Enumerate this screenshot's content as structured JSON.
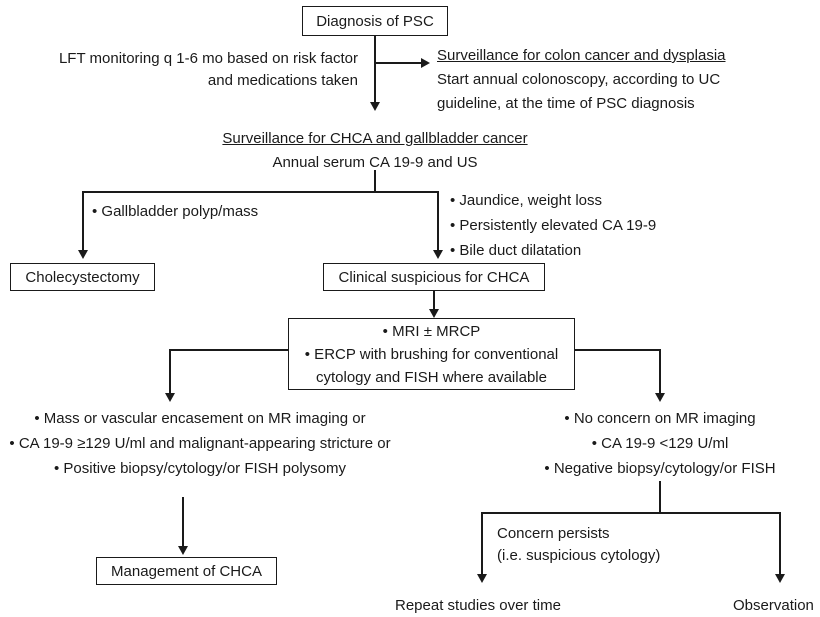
{
  "diagram": {
    "title_box": "Diagnosis of PSC",
    "lft_note": {
      "line1": "LFT monitoring q 1-6 mo based on risk factor",
      "line2": "and medications taken"
    },
    "colon_surveillance": {
      "heading": "Surveillance for colon cancer and dysplasia",
      "line1": "Start annual colonoscopy, according to UC",
      "line2": "guideline, at the time of PSC diagnosis"
    },
    "chca_surveillance": {
      "heading": "Surveillance for CHCA and gallbladder cancer",
      "line1": "Annual serum CA 19-9 and US"
    },
    "gallbladder_branch": {
      "bullet1": "• Gallbladder polyp/mass",
      "box": "Cholecystectomy"
    },
    "suspicion_branch": {
      "bullet1": "• Jaundice, weight loss",
      "bullet2": "• Persistently elevated CA 19-9",
      "bullet3": "• Bile duct dilatation",
      "box": "Clinical suspicious for CHCA"
    },
    "workup_box": {
      "line1": "• MRI ± MRCP",
      "line2": "• ERCP with brushing for conventional",
      "line3": "cytology and FISH where available"
    },
    "positive_findings": {
      "bullet1": "• Mass or vascular encasement on MR imaging or",
      "bullet2": "• CA 19-9 ≥129 U/ml and malignant-appearing stricture or",
      "bullet3": "• Positive biopsy/cytology/or FISH polysomy"
    },
    "management_box": "Management of CHCA",
    "negative_findings": {
      "bullet1": "• No concern on MR imaging",
      "bullet2": "• CA 19-9 <129 U/ml",
      "bullet3": "• Negative biopsy/cytology/or FISH"
    },
    "concern_note": {
      "line1": "Concern persists",
      "line2": "(i.e. suspicious cytology)"
    },
    "outcome_repeat": "Repeat studies over time",
    "outcome_observation": "Observation"
  },
  "colors": {
    "line": "#1a1a1a",
    "text": "#1a1a1a",
    "background": "#ffffff"
  }
}
